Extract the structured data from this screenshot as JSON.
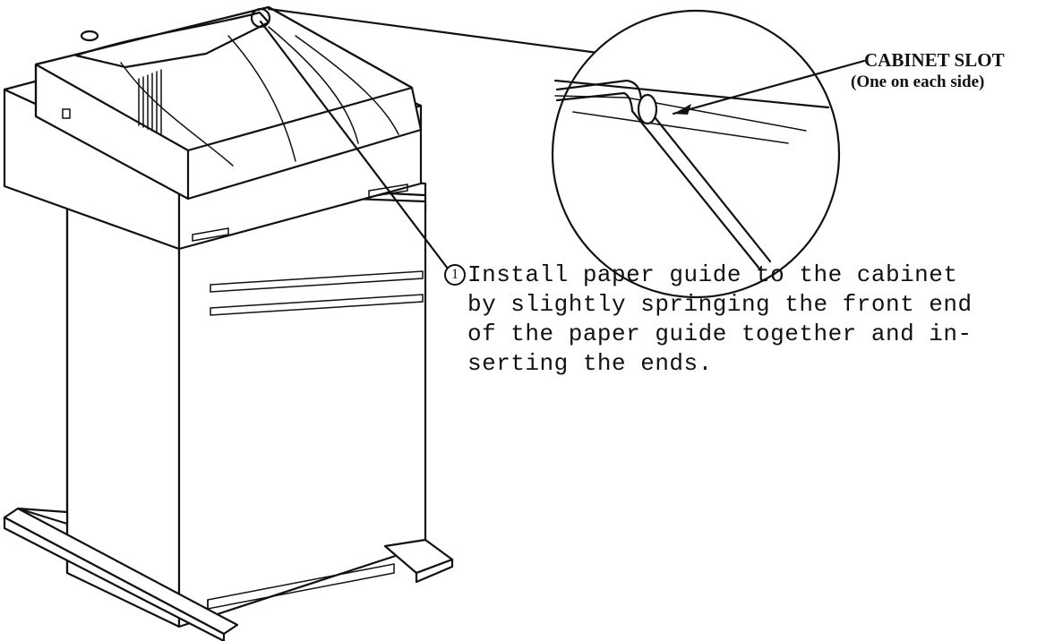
{
  "callout": {
    "label": "CABINET SLOT",
    "sublabel": "(One on each side)"
  },
  "step": {
    "number": "1",
    "lines": [
      "Install paper guide to the cabinet",
      "by slightly springing the front end",
      "of the paper guide together and in-",
      "serting the ends."
    ]
  }
}
